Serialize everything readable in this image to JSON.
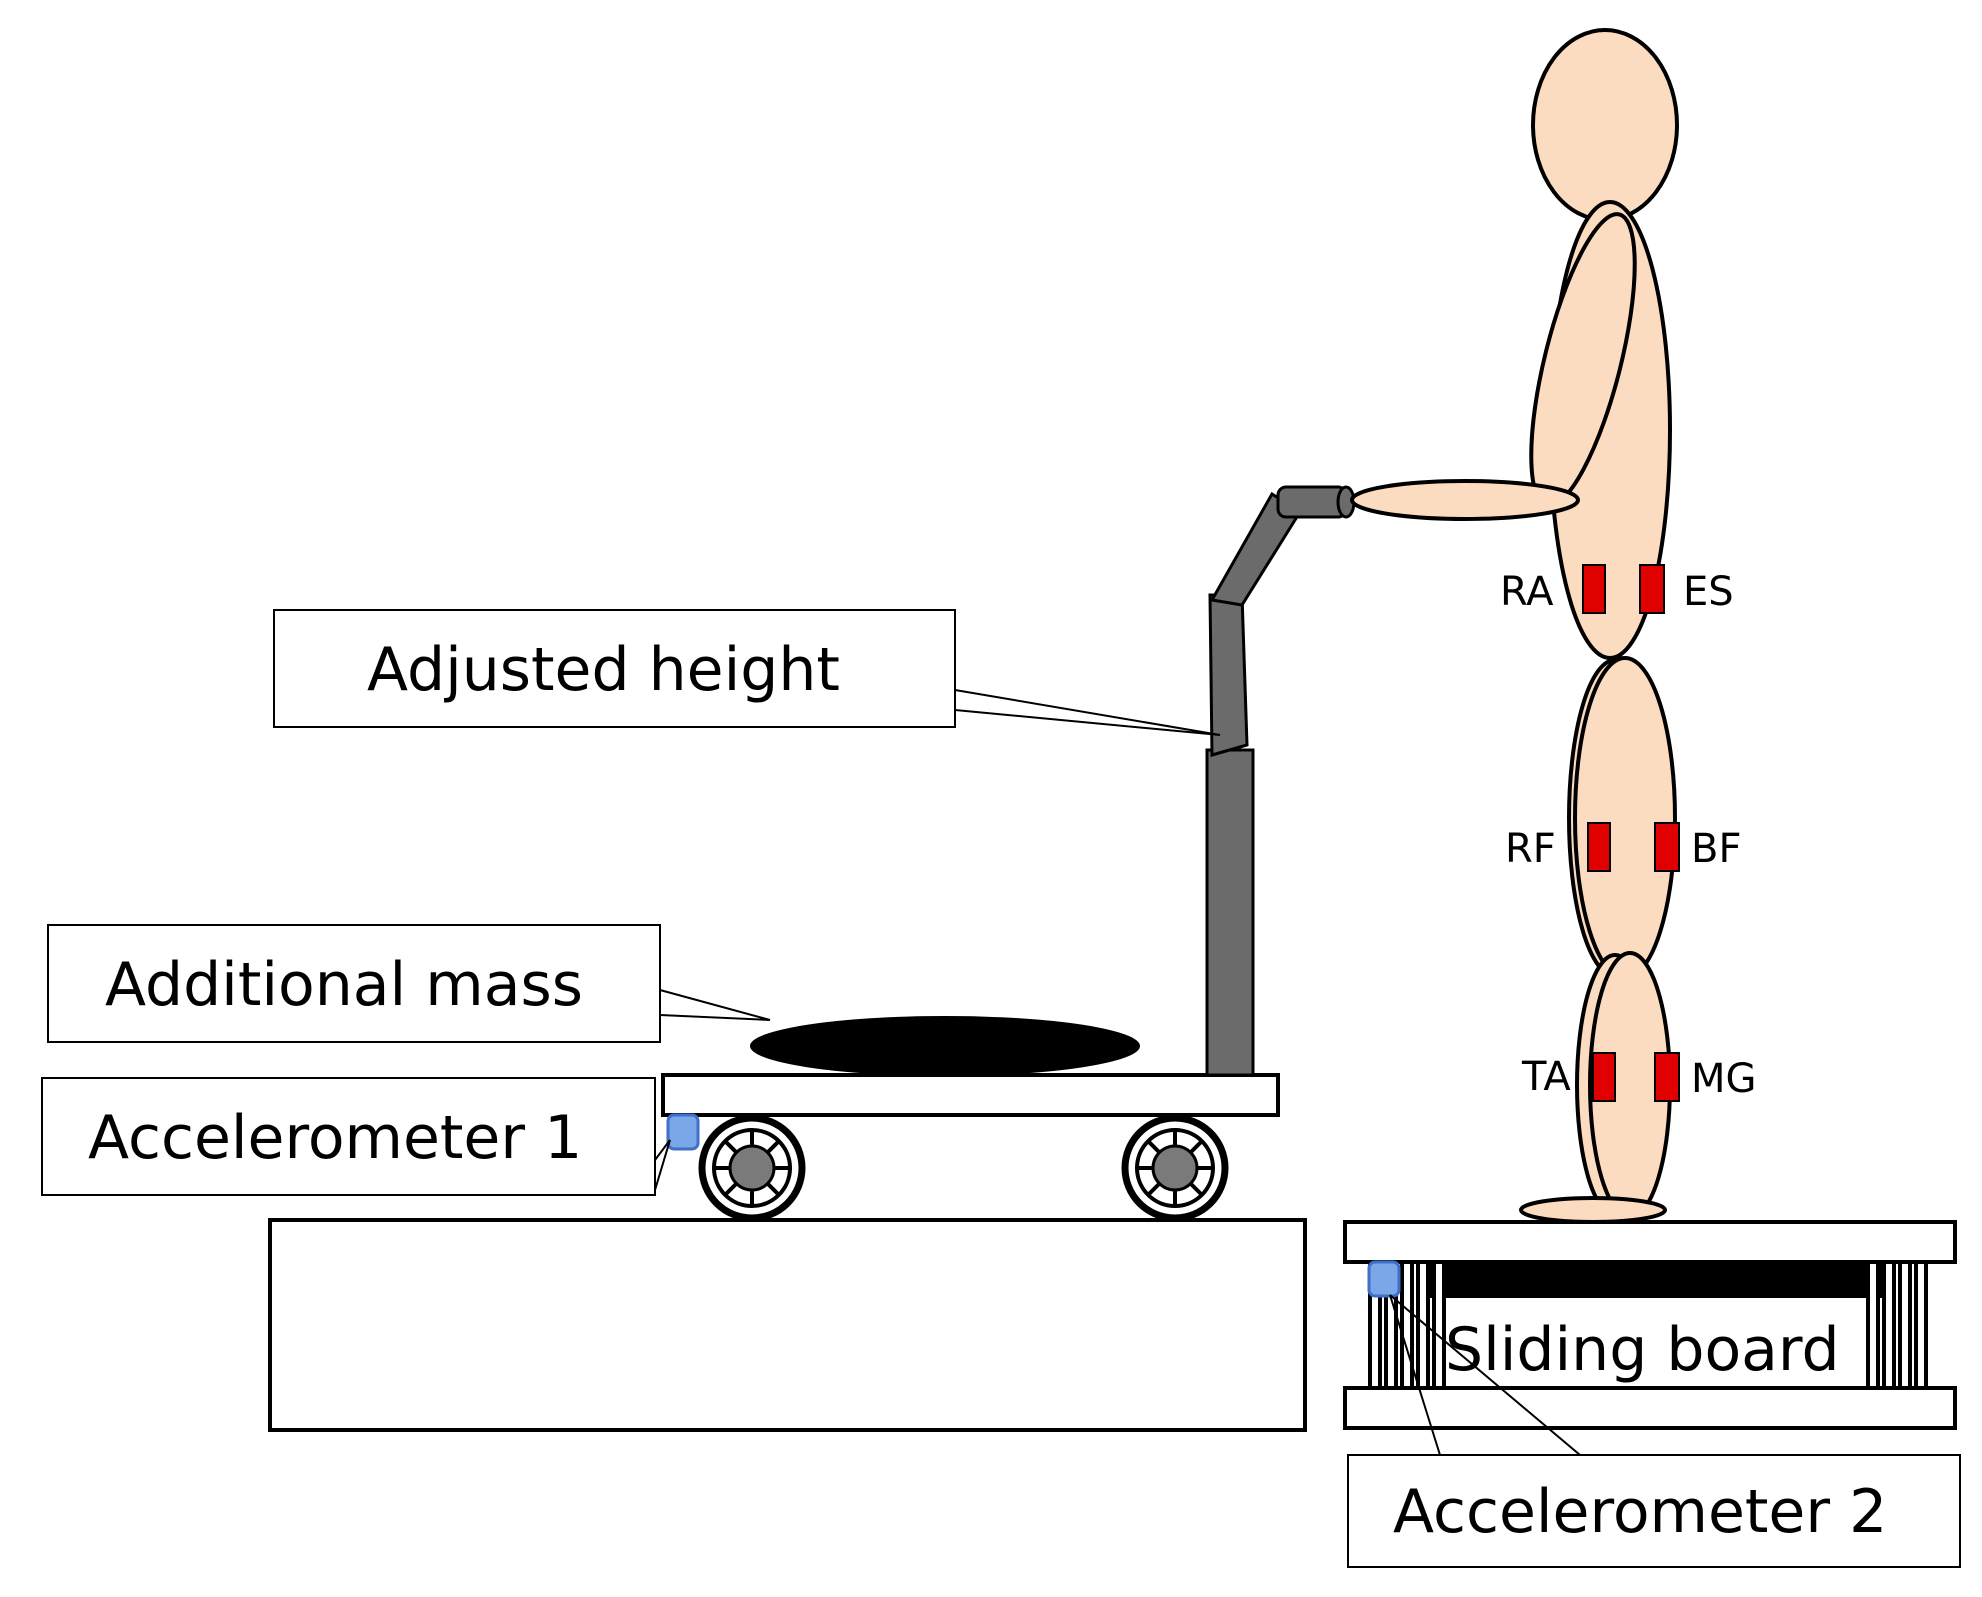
{
  "labels": {
    "adjusted_height": "Adjusted height",
    "additional_mass": "Additional mass",
    "accelerometer_1": "Accelerometer 1",
    "accelerometer_2": "Accelerometer 2",
    "sliding_board": "Sliding board"
  },
  "muscles": {
    "ra": "RA",
    "es": "ES",
    "rf": "RF",
    "bf": "BF",
    "ta": "TA",
    "mg": "MG"
  },
  "colors": {
    "skin": "#fcdcc0",
    "electrode": "#e00000",
    "handle": "#6b6b6b",
    "accelerometer": "#7aa7e8",
    "mass": "#000000",
    "outline": "#000000"
  }
}
